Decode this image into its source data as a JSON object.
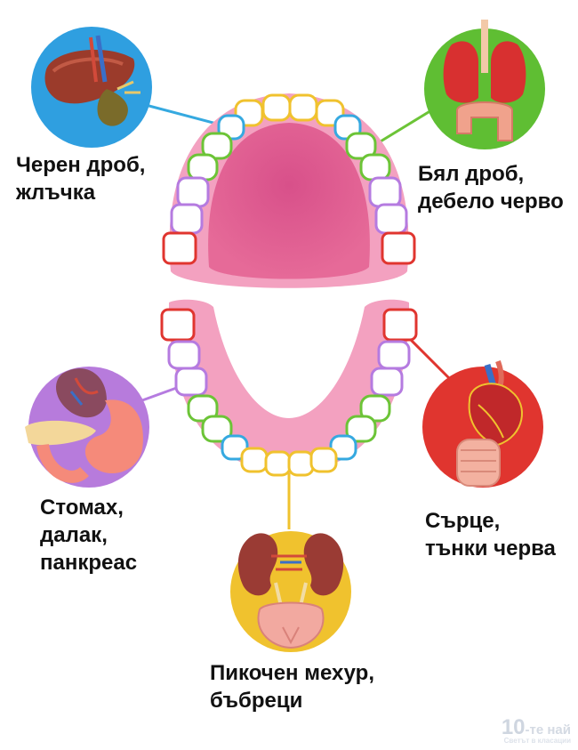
{
  "labels": {
    "liver": [
      "Черен дроб,",
      "жлъчка"
    ],
    "lung": [
      "Бял дроб,",
      "дебело черво"
    ],
    "stomach": [
      "Стомах,",
      "далак,",
      "панкреас"
    ],
    "heart": [
      "Сърце,",
      "тънки черва"
    ],
    "bladder": [
      "Пикочен мехур,",
      "бъбреци"
    ]
  },
  "watermark": {
    "number": "10",
    "text": "-те най",
    "tagline": "Светът в класации"
  },
  "colors": {
    "incisor": "#f0c22e",
    "canine": "#35a9e0",
    "premolar": "#6cc437",
    "molar_first": "#b57be0",
    "molar_last": "#e0352f",
    "gum": "#f291b2",
    "mouth": "#d24a78"
  },
  "icons": [
    "liver-icon",
    "lung-icon",
    "stomach-icon",
    "heart-icon",
    "kidney-icon"
  ]
}
